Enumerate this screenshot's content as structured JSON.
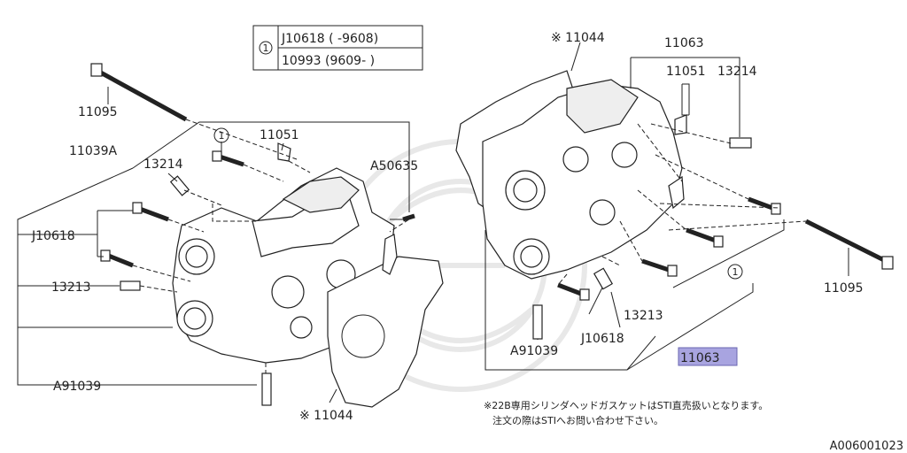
{
  "ref_table": {
    "marker": "1",
    "rows": [
      "J10618 ( -9608)",
      "10993 (9609- )"
    ]
  },
  "labels": {
    "l_11095": "11095",
    "l_11039A": "11039A",
    "l_13214": "13214",
    "l_11051": "11051",
    "l_A50635": "A50635",
    "l_J10618": "J10618",
    "l_13213": "13213",
    "l_A91039": "A91039",
    "l_11044": "※ 11044",
    "r_11044": "※ 11044",
    "r_11063_top": "11063",
    "r_11051": "11051",
    "r_13214": "13214",
    "r_11095": "11095",
    "r_13213": "13213",
    "r_J10618": "J10618",
    "r_A91039": "A91039",
    "r_11063_hl": "11063",
    "marker_left": "1",
    "marker_right": "1"
  },
  "notes": {
    "line1": "※22B専用シリンダヘッドガスケットはSTI直売扱いとなります。",
    "line2": "注文の際はSTIへお問い合わせ下さい。"
  },
  "footer_code": "A006001023",
  "colors": {
    "highlight": "#a8a4e0"
  }
}
